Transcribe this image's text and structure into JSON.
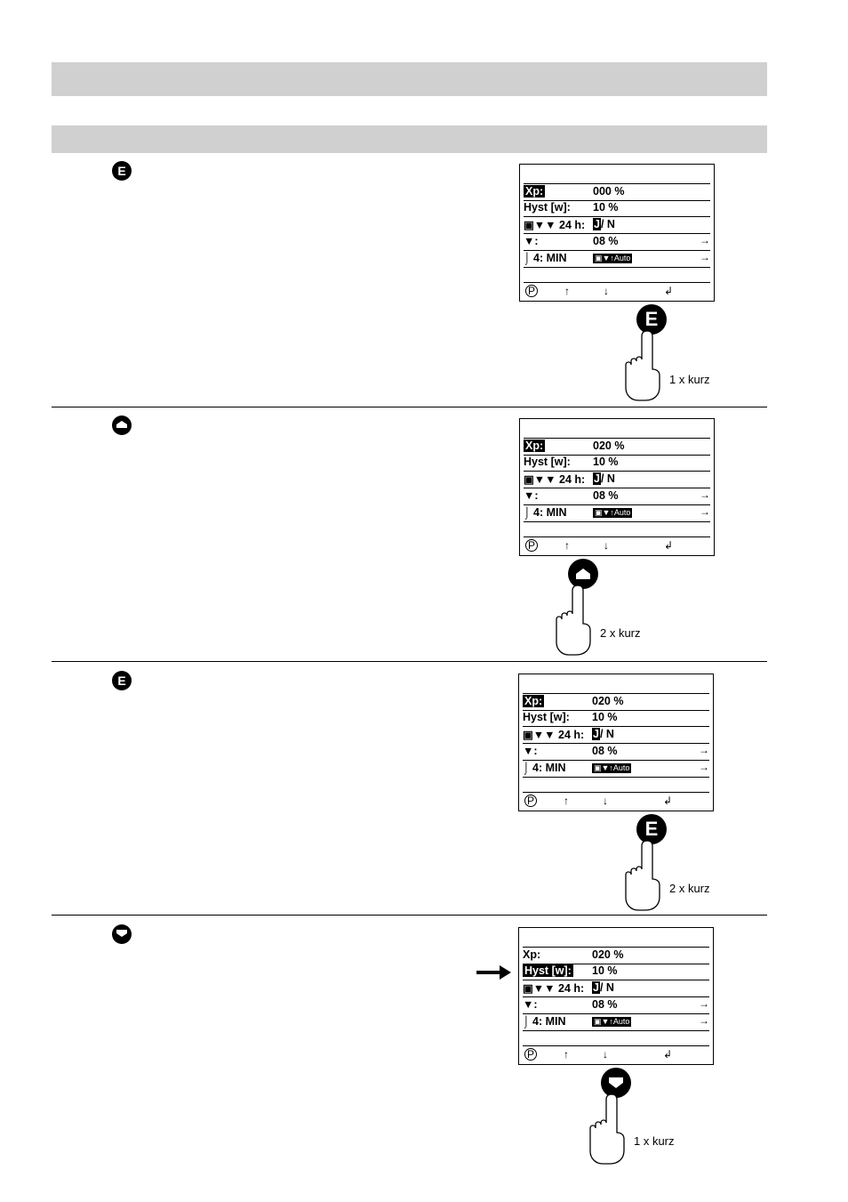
{
  "steps": [
    {
      "button": "E",
      "screen": {
        "rows": [
          {
            "label": "Xp:",
            "value": "000 %",
            "highlight": true
          },
          {
            "label": "Hyst [w]:",
            "value": "10 %",
            "highlight": false
          },
          {
            "label": "24 h:",
            "value": "/ N",
            "j": "J"
          },
          {
            "label": ":",
            "value": "08 %",
            "arrow": "→"
          },
          {
            "label": "4: MIN",
            "value": "Auto",
            "arrow": "→"
          }
        ]
      },
      "press_label": "1 x kurz"
    },
    {
      "button": "up",
      "screen": {
        "rows": [
          {
            "label": "Xp:",
            "value": "020 %",
            "highlight": true
          },
          {
            "label": "Hyst [w]:",
            "value": "10 %",
            "highlight": false
          },
          {
            "label": "24 h:",
            "value": "/ N",
            "j": "J"
          },
          {
            "label": ":",
            "value": "08 %",
            "arrow": "→"
          },
          {
            "label": "4: MIN",
            "value": "Auto",
            "arrow": "→"
          }
        ]
      },
      "press_label": "2 x kurz"
    },
    {
      "button": "E",
      "screen": {
        "rows": [
          {
            "label": "Xp:",
            "value": "020 %",
            "highlight": true
          },
          {
            "label": "Hyst [w]:",
            "value": "10 %",
            "highlight": false
          },
          {
            "label": "24 h:",
            "value": "/ N",
            "j": "J"
          },
          {
            "label": ":",
            "value": "08 %",
            "arrow": "→"
          },
          {
            "label": "4: MIN",
            "value": "Auto",
            "arrow": "→"
          }
        ]
      },
      "press_label": "2 x kurz"
    },
    {
      "button": "down",
      "screen": {
        "rows": [
          {
            "label": "Xp:",
            "value": "020 %",
            "highlight": false
          },
          {
            "label": "Hyst [w]:",
            "value": "10 %",
            "highlight": true
          },
          {
            "label": "24 h:",
            "value": "/ N",
            "j": "J"
          },
          {
            "label": ":",
            "value": "08 %",
            "arrow": "→"
          },
          {
            "label": "4: MIN",
            "value": "Auto",
            "arrow": "→"
          }
        ]
      },
      "press_label": "1 x kurz"
    }
  ],
  "softkeys": {
    "p": "P",
    "up": "↑",
    "down": "↓",
    "enter": "↲"
  },
  "e_label": "E"
}
